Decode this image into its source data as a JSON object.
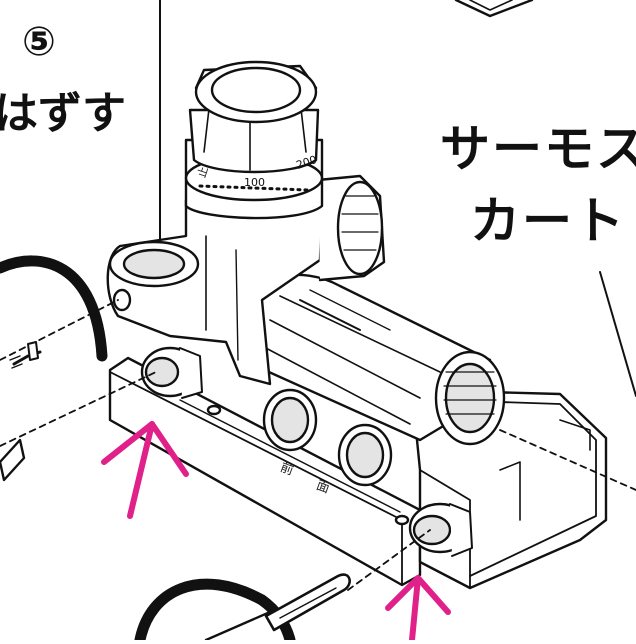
{
  "labels": {
    "step_number": "⑤",
    "remove_text": "はずす",
    "thermo_line1": "サーモス",
    "thermo_line2": "カート"
  },
  "dial": {
    "stop": "止",
    "mid": "100",
    "high": "200"
  },
  "front_mark": {
    "char1": "前",
    "char2": "面"
  },
  "colors": {
    "line": "#111111",
    "marker": "#e0218a",
    "shade": "#e4e4e4"
  },
  "icons": [
    "pink-up-arrow-icon",
    "flathead-screwdriver-icon",
    "screw-icon"
  ]
}
